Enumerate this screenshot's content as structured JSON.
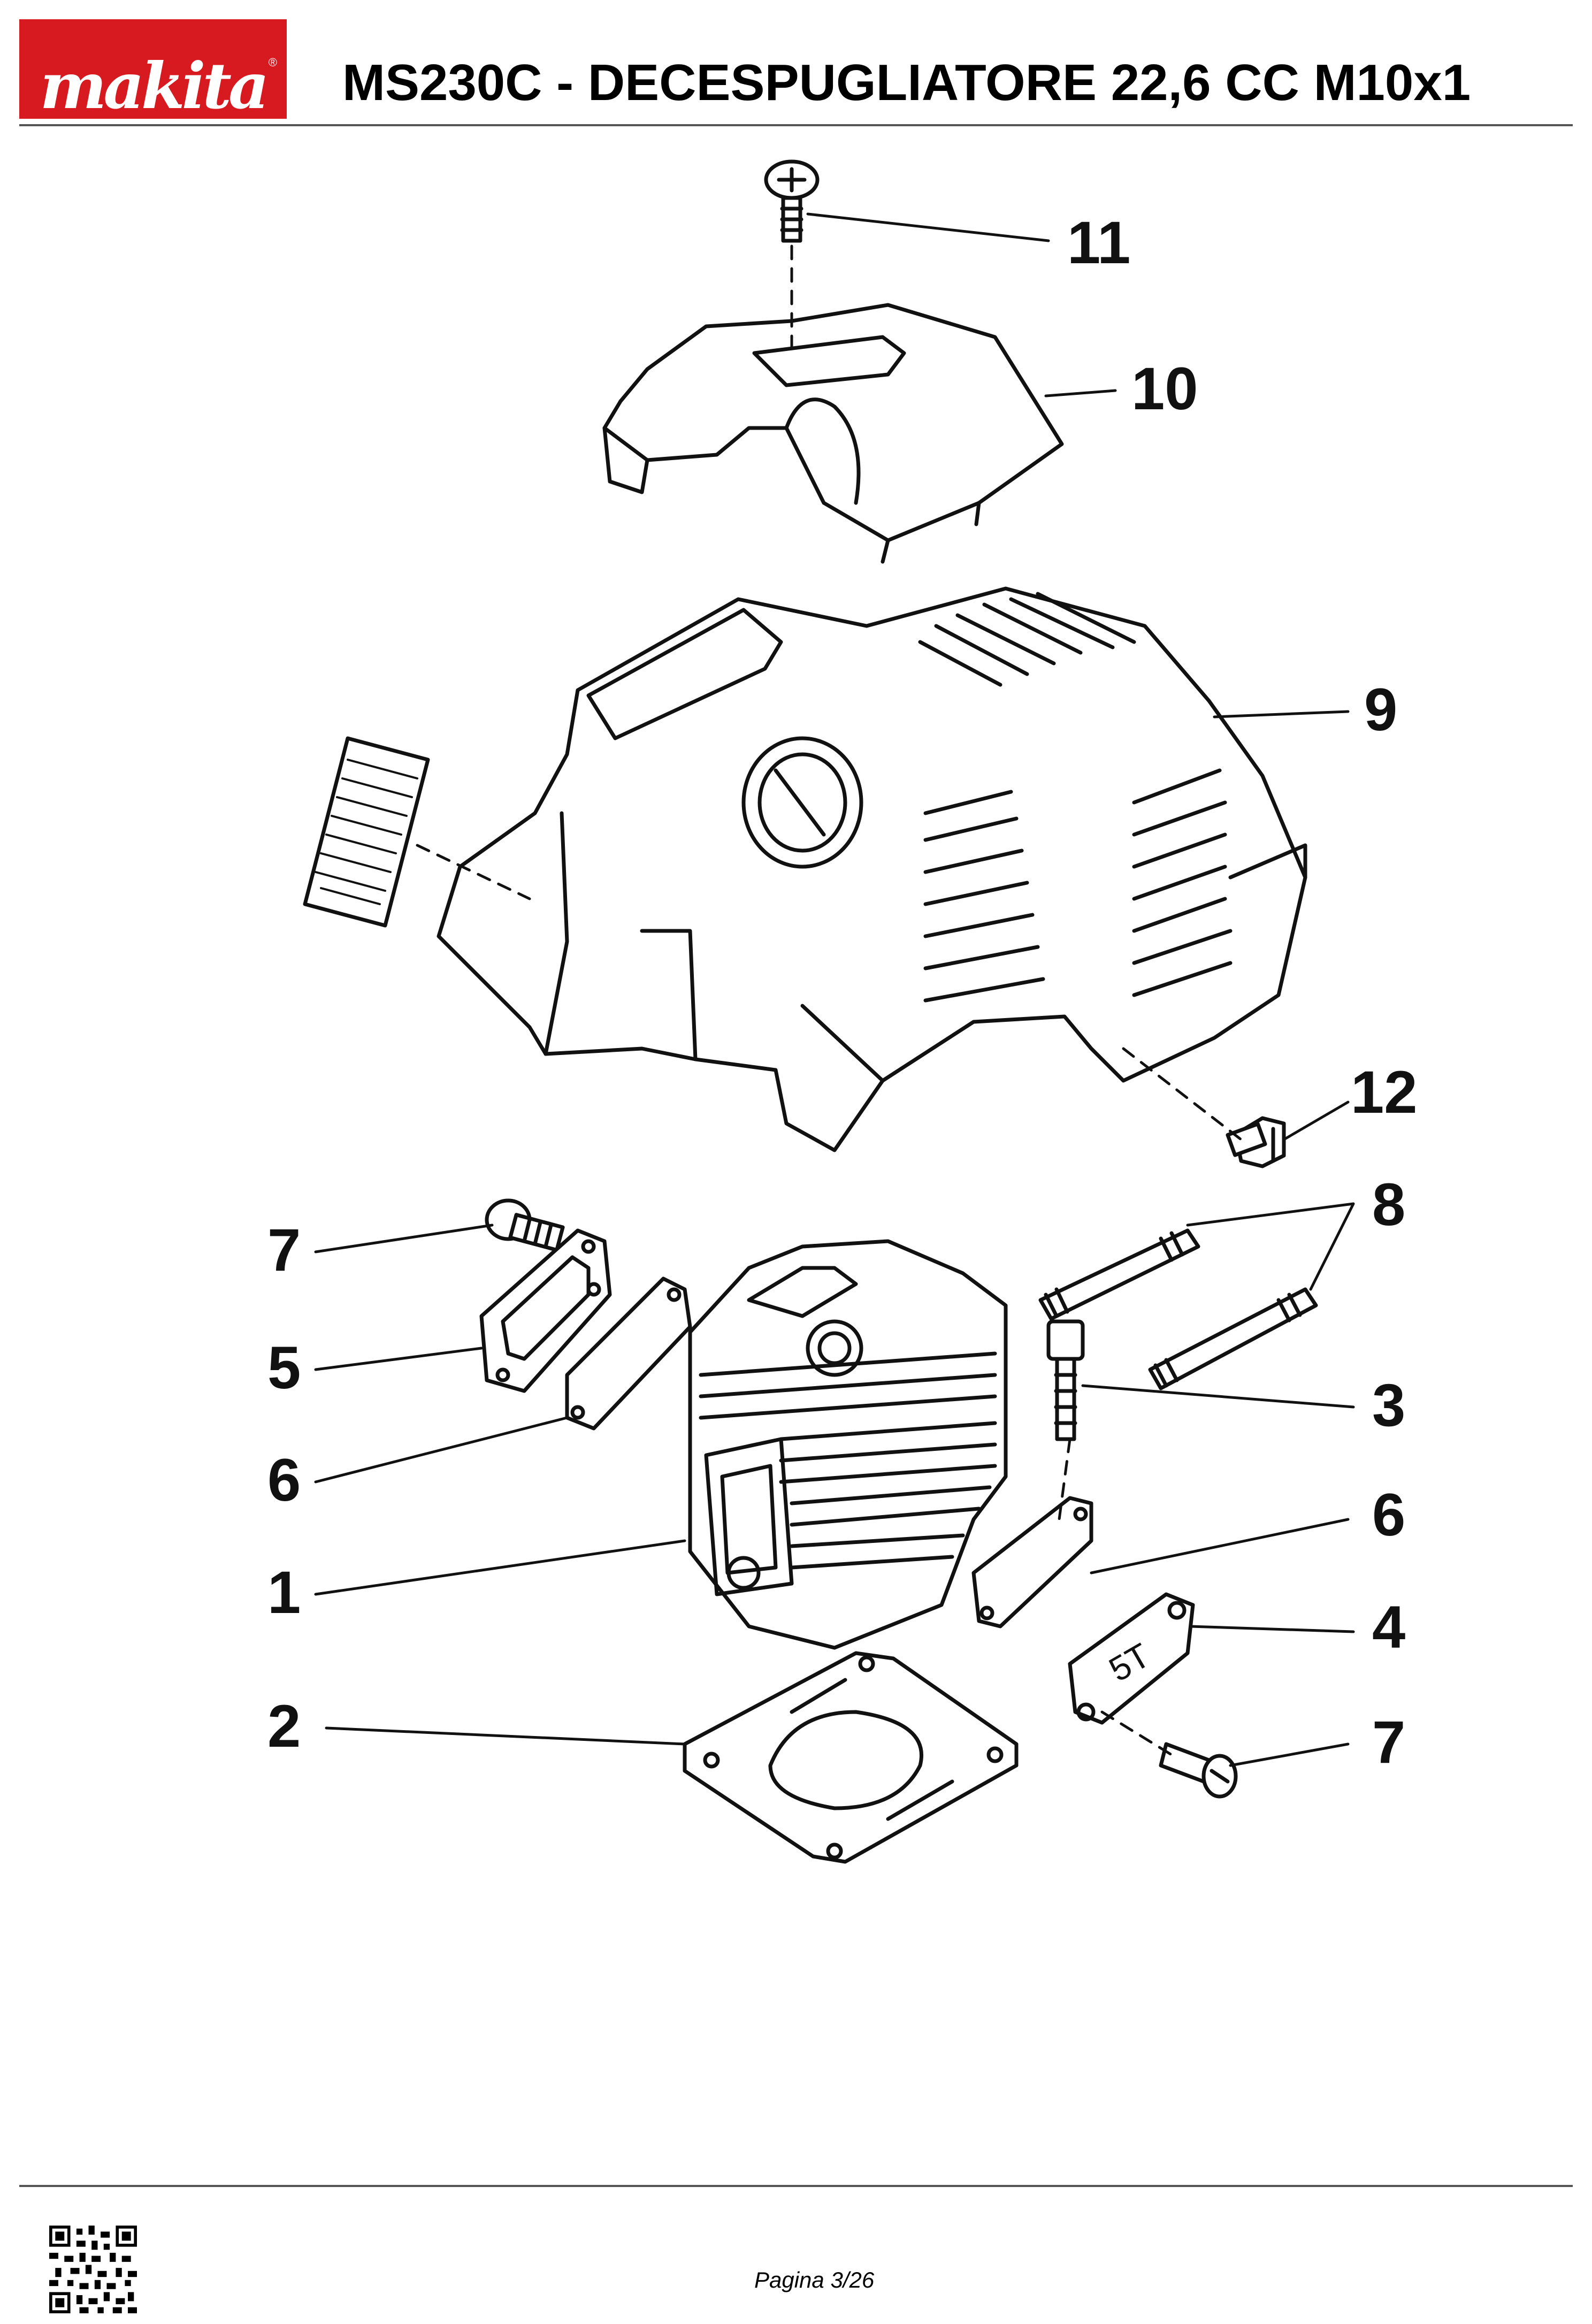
{
  "header": {
    "brand": "makita",
    "brand_mark": "®",
    "title": "MS230C - DECESPUGLIATORE 22,6 CC M10x1"
  },
  "diagram": {
    "callouts": [
      "11",
      "10",
      "9",
      "12",
      "7",
      "8",
      "5",
      "3",
      "6",
      "6",
      "1",
      "4",
      "2",
      "7"
    ],
    "plate_text": "5T"
  },
  "footer": {
    "page_label": "Pagina 3/26",
    "qr_icon": "qr-code-icon"
  }
}
